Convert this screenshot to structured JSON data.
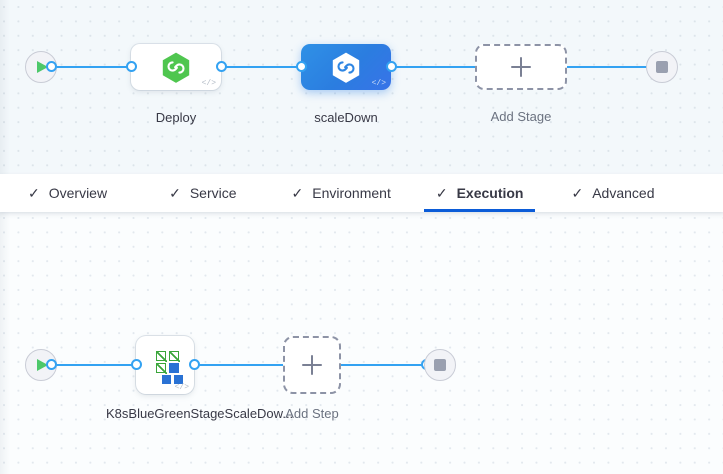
{
  "stage_canvas": {
    "name": "pipeline-stage-canvas",
    "start_node": {
      "icon": "play-icon",
      "label": ""
    },
    "end_node": {
      "icon": "stop-icon",
      "label": ""
    },
    "stages": [
      {
        "label": "Deploy",
        "icon": "harness-hexagon-icon",
        "icon_color": "#4fc64f",
        "selected": false,
        "badge": "</>"
      },
      {
        "label": "scaleDown",
        "icon": "harness-hexagon-icon",
        "icon_color": "#ffffff",
        "selected": true,
        "badge": "</>"
      }
    ],
    "add_stage": {
      "label": "Add Stage",
      "icon": "plus-icon"
    }
  },
  "tabs": {
    "name": "stage-config-tabs",
    "check_glyph": "✓",
    "items": [
      {
        "label": "Overview",
        "active": false,
        "completed": true
      },
      {
        "label": "Service",
        "active": false,
        "completed": true
      },
      {
        "label": "Environment",
        "active": false,
        "completed": true
      },
      {
        "label": "Execution",
        "active": true,
        "completed": true
      },
      {
        "label": "Advanced",
        "active": false,
        "completed": true
      }
    ],
    "active_underline_color": "#0b5cd8"
  },
  "step_canvas": {
    "name": "execution-step-canvas",
    "start_node": {
      "icon": "play-icon"
    },
    "end_node": {
      "icon": "stop-icon"
    },
    "steps": [
      {
        "label": "K8sBlueGreenStageScaleDow...",
        "icon": "kubernetes-blue-green-icon",
        "badge": "</>"
      }
    ],
    "add_step": {
      "label": "Add Step",
      "icon": "plus-icon"
    }
  },
  "colors": {
    "connector": "#33a2f2",
    "selected_stage": "#2b7de0",
    "play": "#4dc86a",
    "stop": "#9aa0b0",
    "dashed_border": "#8d93a6",
    "stage_canvas_bg": "#f3f8fb",
    "step_canvas_bg": "#fbfdfe"
  }
}
